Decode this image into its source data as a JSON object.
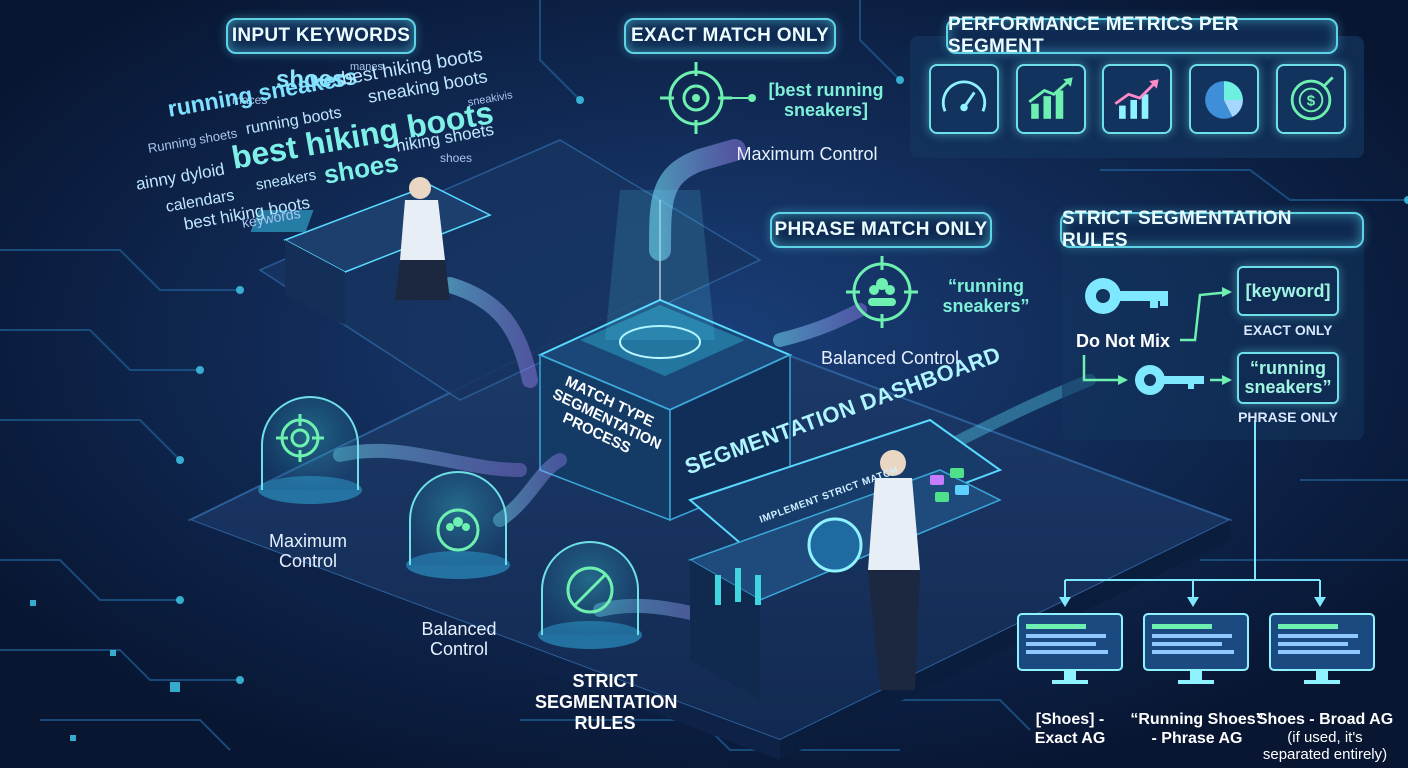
{
  "headers": {
    "input_keywords": "INPUT KEYWORDS",
    "exact_match_only": "EXACT MATCH ONLY",
    "performance_metrics": "PERFORMANCE METRICS PER SEGMENT",
    "phrase_match_only": "PHRASE MATCH ONLY",
    "strict_segmentation_rules": "STRICT SEGMENTATION RULES"
  },
  "keywords": [
    {
      "text": "maces",
      "size": 12
    },
    {
      "text": "shoes",
      "size": 24
    },
    {
      "text": "manes",
      "size": 11
    },
    {
      "text": "running sneakers",
      "size": 23
    },
    {
      "text": "best hiking boots",
      "size": 19
    },
    {
      "text": "sneaking boots",
      "size": 18
    },
    {
      "text": "Running shoets",
      "size": 13
    },
    {
      "text": "running boots",
      "size": 16
    },
    {
      "text": "sneakivis",
      "size": 11
    },
    {
      "text": "best hiking boots",
      "size": 32
    },
    {
      "text": "hiking shoets",
      "size": 17
    },
    {
      "text": "ainny dyloid",
      "size": 17
    },
    {
      "text": "sneakers",
      "size": 15
    },
    {
      "text": "shoes",
      "size": 26
    },
    {
      "text": "shoes",
      "size": 12
    },
    {
      "text": "calendars",
      "size": 16
    },
    {
      "text": "best hiking boots",
      "size": 17
    },
    {
      "text": "keywords",
      "size": 14
    }
  ],
  "exact_match": {
    "example": "[best running sneakers]",
    "caption": "Maximum Control"
  },
  "phrase_match": {
    "example": "“running sneakers”",
    "caption": "Balanced Control"
  },
  "metrics_icons": [
    "speedometer-icon",
    "bar-chart-up-icon",
    "line-chart-up-icon",
    "pie-chart-icon",
    "target-dollar-icon"
  ],
  "rules": {
    "do_not_mix": "Do Not Mix",
    "exact_box": "[keyword]",
    "exact_caption": "EXACT ONLY",
    "phrase_box": "“running sneakers”",
    "phrase_caption": "PHRASE ONLY"
  },
  "process_label": "MATCH TYPE SEGMENTATION PROCESS",
  "dashboard": {
    "title": "SEGMENTATION DASHBOARD",
    "button": "IMPLEMENT STRICT MATCH"
  },
  "domes": [
    {
      "caption": "Maximum Control",
      "icon": "target-icon"
    },
    {
      "caption": "Balanced Control",
      "icon": "people-target-icon"
    },
    {
      "caption": "STRICT SEGMENTATION RULES",
      "icon": "no-mix-icon"
    }
  ],
  "ad_groups": [
    {
      "line1": "[Shoes] -",
      "line2": "Exact AG",
      "line3": ""
    },
    {
      "line1": "“Running Shoes”",
      "line2": "- Phrase AG",
      "line3": ""
    },
    {
      "line1": "Shoes - Broad AG",
      "line2": "(if used, it's",
      "line3": "separated entirely)"
    }
  ],
  "colors": {
    "background": "#0a1a3a",
    "accent": "#5fd3e6",
    "teal": "#7ff0d8",
    "green": "#4fe08a"
  }
}
